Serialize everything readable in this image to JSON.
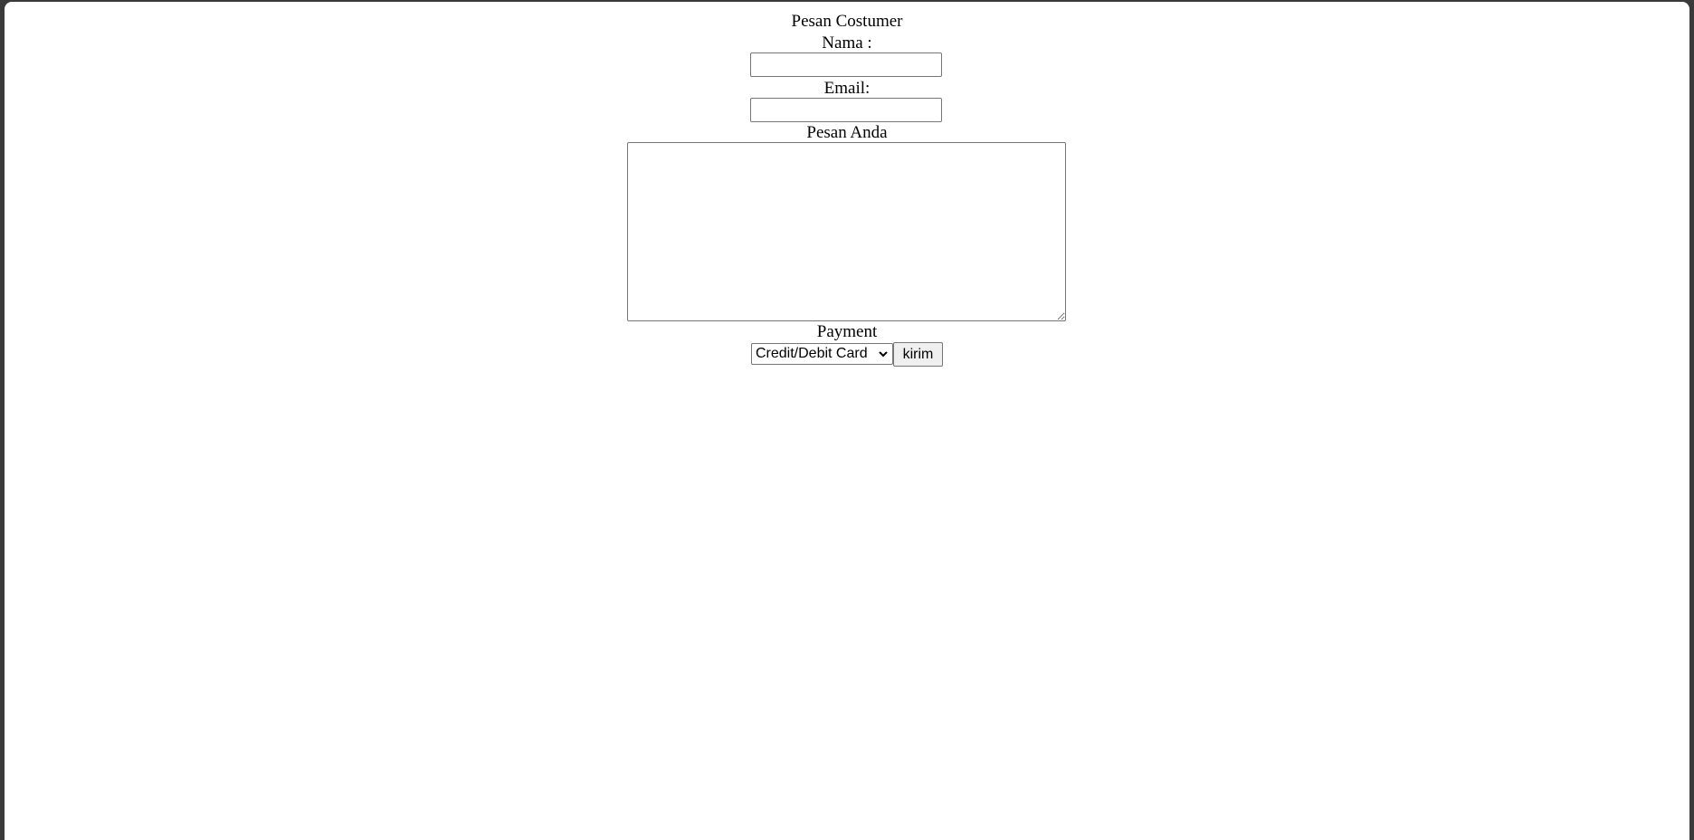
{
  "form": {
    "title": "Pesan Costumer",
    "name_label": "Nama :",
    "name_value": "",
    "email_label": "Email:",
    "email_value": "",
    "message_label": "Pesan Anda",
    "message_value": "",
    "payment_label": "Payment",
    "payment_selected": "Credit/Debit Card",
    "submit_label": "kirim"
  }
}
